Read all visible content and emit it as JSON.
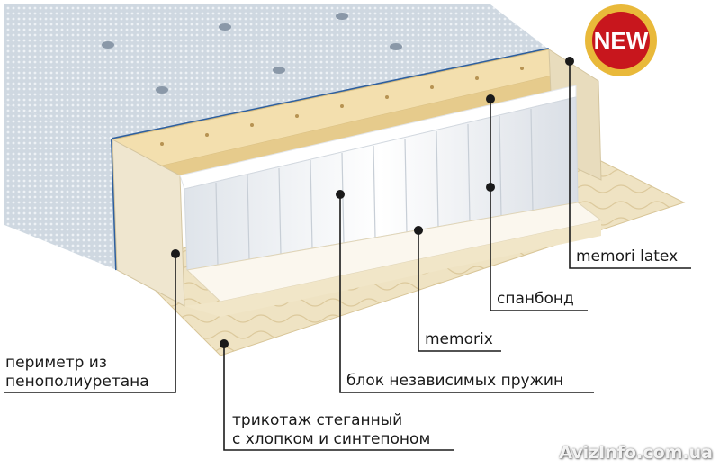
{
  "badge": {
    "text": "NEW",
    "color": "#c8161d",
    "ring_color": "#e9b93a"
  },
  "labels": {
    "memori_latex": "memori latex",
    "spanbond": "спанбонд",
    "memorix": "memorix",
    "springs": "блок независимых пружин",
    "perimeter": [
      "периметр из",
      "пенополиуретана"
    ],
    "knit": [
      "трикотаж стеганный",
      "с хлопком и синтепоном"
    ]
  },
  "watermark": "AvizInfo.com.ua",
  "colors": {
    "fabric": "#c9d3dd",
    "piping": "#2e5f9e",
    "latex": "#f3dfae",
    "foam": "#efe6cf",
    "springs": "#f4f6f8",
    "leader": "#1a1a1a"
  }
}
